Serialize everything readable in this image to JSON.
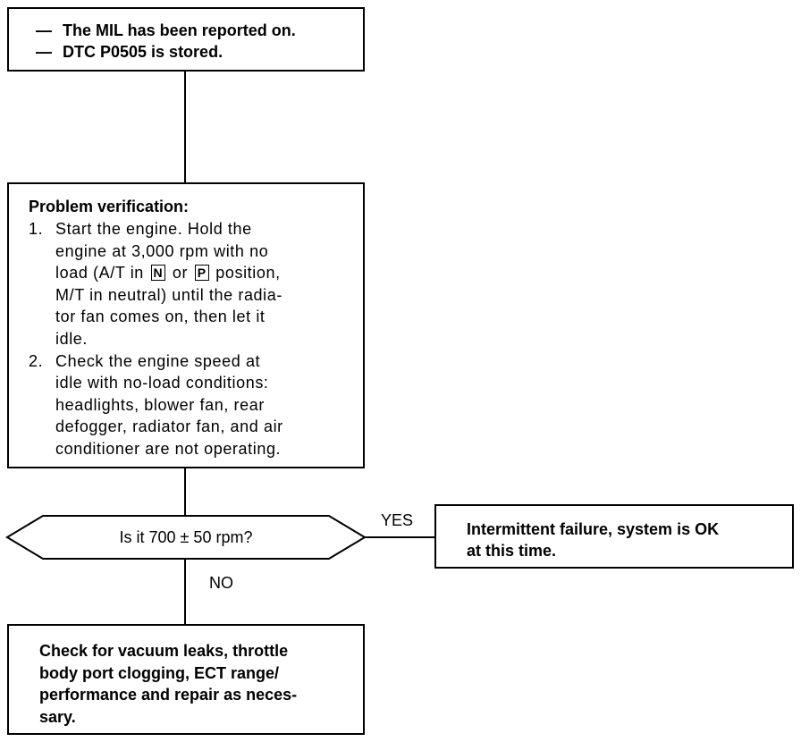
{
  "start": {
    "lines": [
      "The MIL has been reported on.",
      "DTC P0505 is stored."
    ],
    "dash": "—"
  },
  "verification": {
    "title": "Problem verification:",
    "steps": [
      {
        "num": "1.",
        "lines": [
          "Start the engine. Hold the",
          "engine at 3,000 rpm with no",
          "load (A/T in",
          "or",
          "position,",
          "M/T in neutral) until the radia-",
          "tor fan comes on, then let it",
          "idle."
        ],
        "boxed": [
          "N",
          "P"
        ]
      },
      {
        "num": "2.",
        "lines": [
          "Check the engine speed at",
          "idle with no-load conditions:",
          "headlights, blower fan, rear",
          "defogger, radiator fan, and air",
          "conditioner are not operating."
        ]
      }
    ]
  },
  "decision": {
    "question": "Is it 700 ± 50 rpm?",
    "yes_label": "YES",
    "no_label": "NO"
  },
  "yes_result": {
    "lines": [
      "Intermittent failure, system is OK",
      "at this time."
    ]
  },
  "no_result": {
    "lines": [
      "Check for vacuum leaks, throttle",
      "body port clogging, ECT range/",
      "performance and repair as neces-",
      "sary."
    ]
  }
}
